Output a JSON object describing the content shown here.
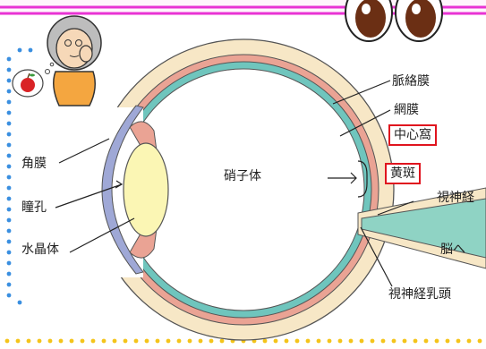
{
  "labels": {
    "choroid": "脈絡膜",
    "retina": "網膜",
    "fovea": "中心窩",
    "macula": "黄斑",
    "optic_nerve": "視神経",
    "to_brain": "脳へ",
    "optic_disc": "視神経乳頭",
    "cornea": "角膜",
    "pupil": "瞳孔",
    "lens": "水晶体",
    "vitreous": "硝子体"
  },
  "colors": {
    "frame_magenta": "#e833d4",
    "dots_blue": "#3a8fe0",
    "dots_yellow": "#f4c41a",
    "sclera": "#f7e7c6",
    "choroid": "#eaa394",
    "retina": "#6fc5bd",
    "cornea": "#9fa8d6",
    "lens": "#fbf6b4",
    "optic_nerve": "#8fd3c4",
    "highlight_box": "#e0141e"
  }
}
